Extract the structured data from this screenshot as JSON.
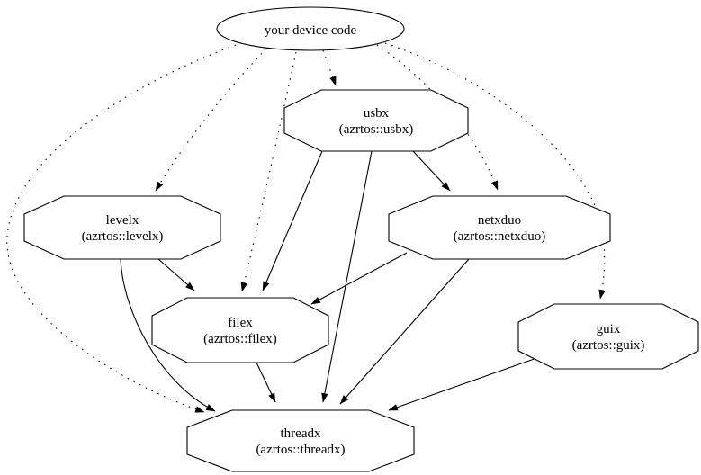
{
  "diagram": {
    "type": "dependency-graph",
    "background_color": "#ffffff",
    "line_color": "#000000",
    "text_color": "#000000",
    "nodes": [
      {
        "id": "your-device-code",
        "shape": "ellipse",
        "label": "your device code",
        "sublabel": ""
      },
      {
        "id": "usbx",
        "shape": "octagon",
        "label": "usbx",
        "sublabel": "(azrtos::usbx)"
      },
      {
        "id": "levelx",
        "shape": "octagon",
        "label": "levelx",
        "sublabel": "(azrtos::levelx)"
      },
      {
        "id": "netxduo",
        "shape": "octagon",
        "label": "netxduo",
        "sublabel": "(azrtos::netxduo)"
      },
      {
        "id": "filex",
        "shape": "octagon",
        "label": "filex",
        "sublabel": "(azrtos::filex)"
      },
      {
        "id": "guix",
        "shape": "octagon",
        "label": "guix",
        "sublabel": "(azrtos::guix)"
      },
      {
        "id": "threadx",
        "shape": "octagon",
        "label": "threadx",
        "sublabel": "(azrtos::threadx)"
      }
    ],
    "edges": [
      {
        "from": "your-device-code",
        "to": "usbx",
        "style": "dotted"
      },
      {
        "from": "your-device-code",
        "to": "levelx",
        "style": "dotted"
      },
      {
        "from": "your-device-code",
        "to": "filex",
        "style": "dotted"
      },
      {
        "from": "your-device-code",
        "to": "netxduo",
        "style": "dotted"
      },
      {
        "from": "your-device-code",
        "to": "guix",
        "style": "dotted"
      },
      {
        "from": "your-device-code",
        "to": "threadx",
        "style": "dotted"
      },
      {
        "from": "usbx",
        "to": "netxduo",
        "style": "solid"
      },
      {
        "from": "usbx",
        "to": "filex",
        "style": "solid"
      },
      {
        "from": "usbx",
        "to": "threadx",
        "style": "solid"
      },
      {
        "from": "levelx",
        "to": "filex",
        "style": "solid"
      },
      {
        "from": "levelx",
        "to": "threadx",
        "style": "solid"
      },
      {
        "from": "netxduo",
        "to": "filex",
        "style": "solid"
      },
      {
        "from": "netxduo",
        "to": "threadx",
        "style": "solid"
      },
      {
        "from": "filex",
        "to": "threadx",
        "style": "solid"
      },
      {
        "from": "guix",
        "to": "threadx",
        "style": "solid"
      }
    ]
  }
}
